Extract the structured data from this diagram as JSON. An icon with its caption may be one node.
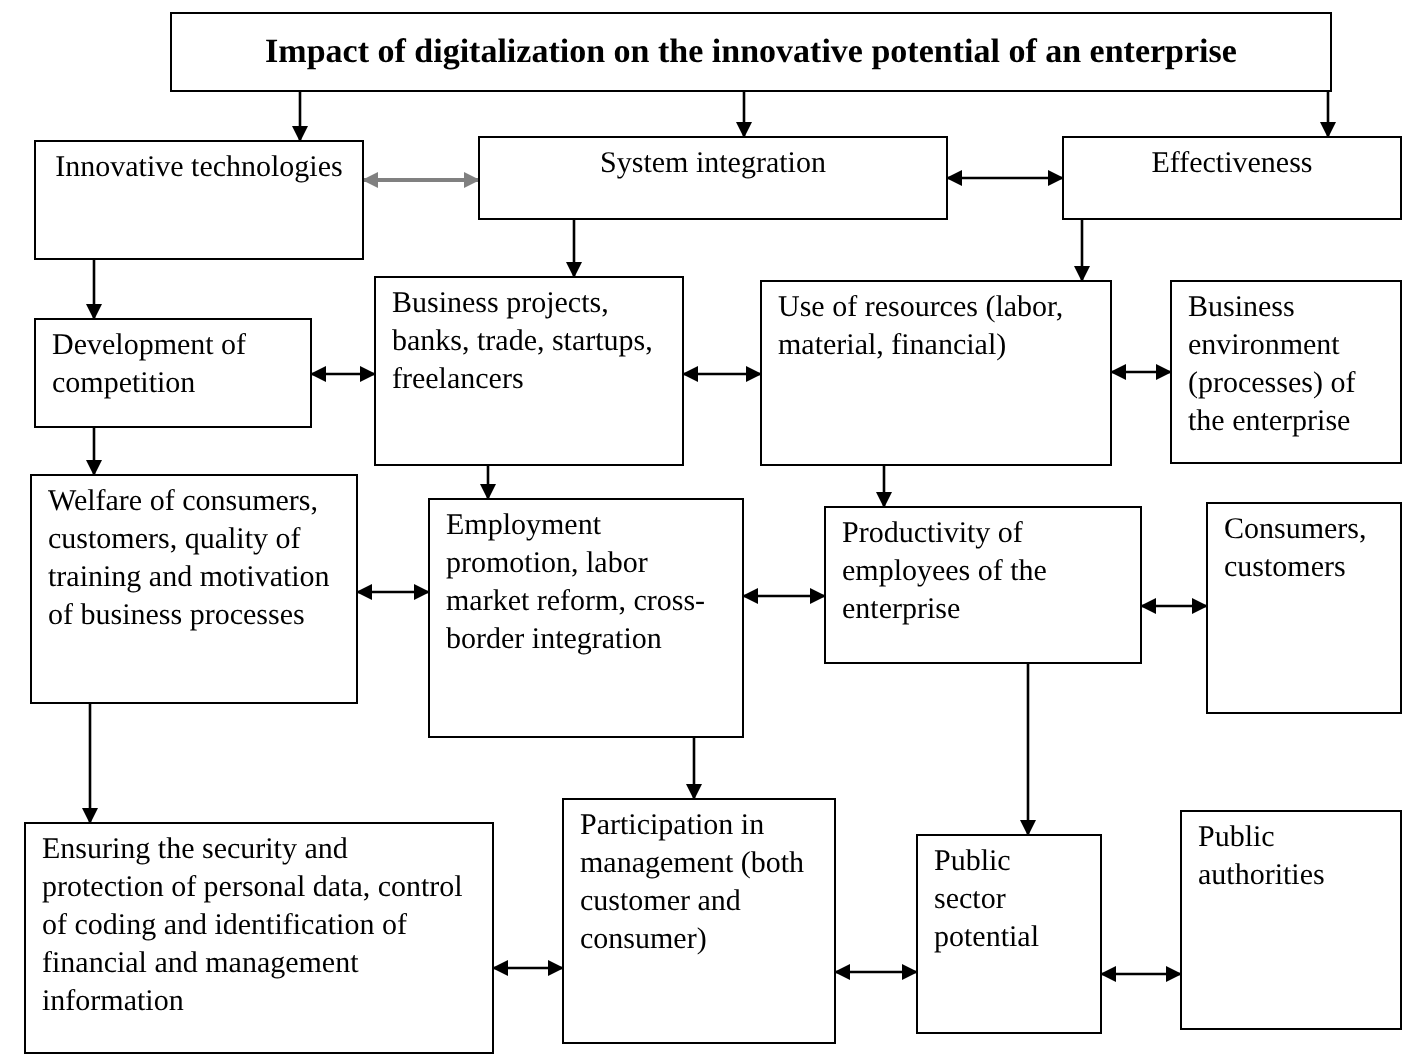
{
  "diagram": {
    "nodes": [
      {
        "text": [
          "Impact of digitalization on the innovative potential of an enterprise"
        ]
      },
      {
        "text": [
          "Innovative technologies"
        ]
      },
      {
        "text": [
          "System integration"
        ]
      },
      {
        "text": [
          "Effectiveness"
        ]
      },
      {
        "text": [
          "Development of competition"
        ]
      },
      {
        "text": [
          "Business projects, banks, trade, startups, freelancers"
        ]
      },
      {
        "text": [
          "Use of resources (labor, material, financial)"
        ]
      },
      {
        "text": [
          "Business environment (processes) of the enterprise"
        ]
      },
      {
        "text": [
          "Welfare of consumers, customers, quality of training and motivation of business processes"
        ]
      },
      {
        "text": [
          "Employment promotion, labor market reform, cross-border integration"
        ]
      },
      {
        "text": [
          "Productivity of employees of the enterprise"
        ]
      },
      {
        "text": [
          "Consumers, customers"
        ]
      },
      {
        "text": [
          "Ensuring the security and protection of personal data, control of coding and identification of financial and management information"
        ]
      },
      {
        "text": [
          "Participation in management (both customer and consumer)"
        ]
      },
      {
        "text": [
          "Public sector potential"
        ]
      },
      {
        "text": [
          "Public authorities"
        ]
      }
    ],
    "edges": [
      {
        "from": 0,
        "to": 1,
        "arrow": "to"
      },
      {
        "from": 0,
        "to": 2,
        "arrow": "to"
      },
      {
        "from": 0,
        "to": 3,
        "arrow": "to"
      },
      {
        "from": 1,
        "to": 2,
        "arrow": "both",
        "color": "#808080"
      },
      {
        "from": 2,
        "to": 3,
        "arrow": "both"
      },
      {
        "from": 1,
        "to": 4,
        "arrow": "to"
      },
      {
        "from": 2,
        "to": 5,
        "arrow": "to"
      },
      {
        "from": 3,
        "to": 6,
        "arrow": "to"
      },
      {
        "from": 4,
        "to": 5,
        "arrow": "both"
      },
      {
        "from": 5,
        "to": 6,
        "arrow": "both"
      },
      {
        "from": 6,
        "to": 7,
        "arrow": "both"
      },
      {
        "from": 4,
        "to": 8,
        "arrow": "to"
      },
      {
        "from": 5,
        "to": 9,
        "arrow": "to"
      },
      {
        "from": 6,
        "to": 10,
        "arrow": "to"
      },
      {
        "from": 8,
        "to": 9,
        "arrow": "both"
      },
      {
        "from": 9,
        "to": 10,
        "arrow": "both"
      },
      {
        "from": 10,
        "to": 11,
        "arrow": "both"
      },
      {
        "from": 8,
        "to": 12,
        "arrow": "to"
      },
      {
        "from": 9,
        "to": 13,
        "arrow": "to"
      },
      {
        "from": 10,
        "to": 14,
        "arrow": "to"
      },
      {
        "from": 12,
        "to": 13,
        "arrow": "both"
      },
      {
        "from": 13,
        "to": 14,
        "arrow": "both"
      },
      {
        "from": 14,
        "to": 15,
        "arrow": "both"
      }
    ]
  }
}
